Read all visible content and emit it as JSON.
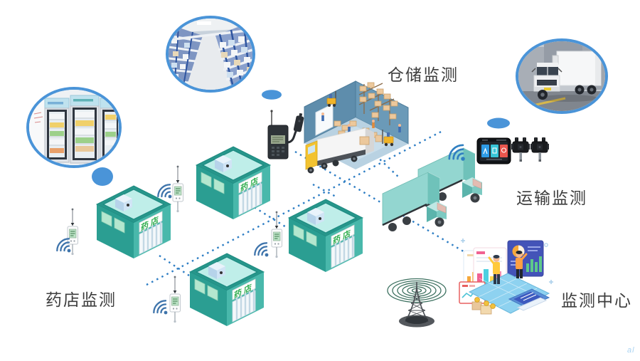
{
  "labels": {
    "warehouse": "仓储监测",
    "transport": "运输监测",
    "pharmacy": "药店监测",
    "center": "监测中心"
  },
  "building_sign": "药店",
  "watermark": "al",
  "icons": {
    "wifi": "wifi-signal-icon",
    "antenna_tower": "radio-tower-icon",
    "temperature_logger": "temperature-logger-icon",
    "probe_plug": "temperature-probe-icon",
    "vehicle_display": "vehicle-monitor-screen-icon"
  },
  "colors": {
    "accent_blue": "#4a94d8",
    "dash_blue": "#2d7dc4",
    "building_teal_dark": "#2b9e92",
    "building_teal_light": "#49b8ab",
    "roof_cyan": "#bfeee9",
    "sign_green": "#2fae4e",
    "truck_teal": "#93d6d0",
    "warehouse_wall_blue": "#5e8dac",
    "label_text": "#3d3d3d",
    "watermark_blue": "#a9d3f2"
  }
}
